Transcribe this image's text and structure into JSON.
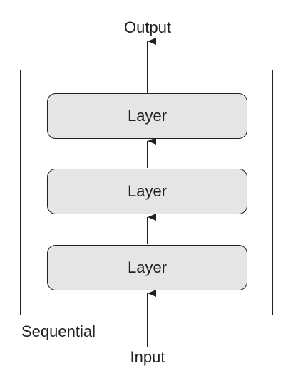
{
  "diagram": {
    "output_label": "Output",
    "input_label": "Input",
    "container_label": "Sequential",
    "layers": [
      {
        "label": "Layer"
      },
      {
        "label": "Layer"
      },
      {
        "label": "Layer"
      }
    ]
  },
  "colors": {
    "stroke": "#231f20",
    "layer_fill": "#e5e5e5",
    "background": "#ffffff"
  }
}
